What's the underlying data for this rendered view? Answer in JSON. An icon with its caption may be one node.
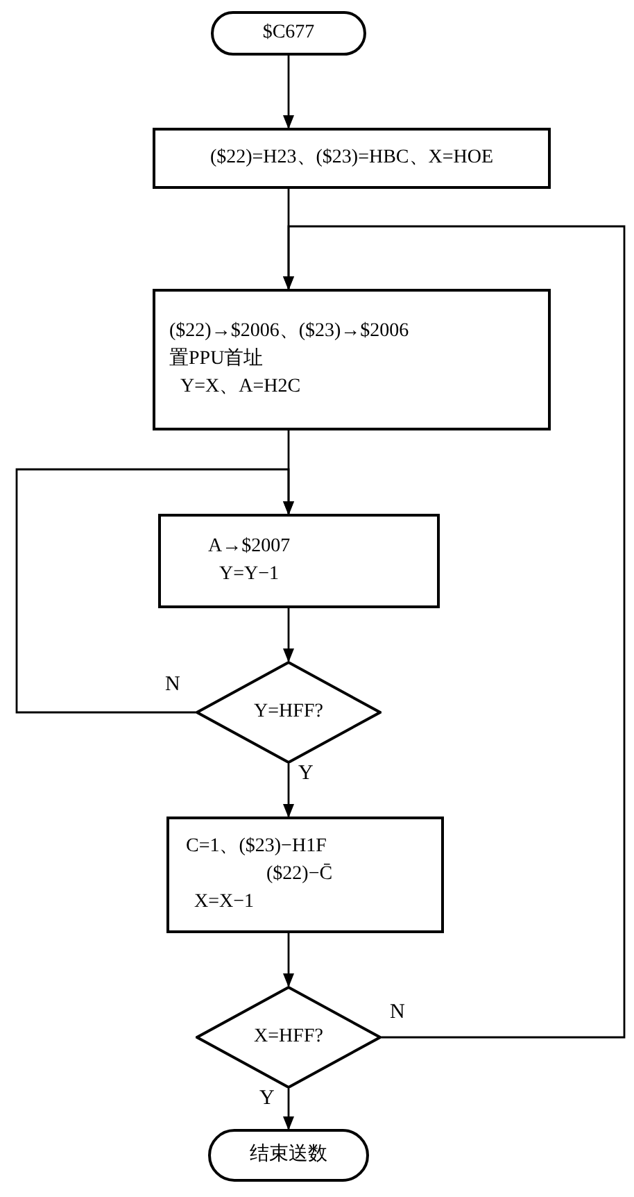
{
  "diagram": {
    "nodes": [
      {
        "text": [
          "$C677"
        ]
      },
      {
        "text": [
          "($22)=H23、($23)=HBC、X=HOE"
        ]
      },
      {
        "text": [
          "($22)→$2006、($23)→$2006",
          "置PPU首址",
          "Y=X、A=H2C"
        ]
      },
      {
        "text": [
          "A→$2007",
          "Y=Y−1"
        ]
      },
      {
        "text": [
          "Y=HFF?"
        ]
      },
      {
        "text": [
          "C=1、($23)−H1F",
          "($22)−C̄",
          "X=X−1"
        ]
      },
      {
        "text": [
          "X=HFF?"
        ]
      },
      {
        "text": [
          "结束送数"
        ]
      }
    ],
    "edges": [
      {
        "from": 0,
        "to": 1,
        "arrow": "to"
      },
      {
        "from": 1,
        "to": 2,
        "arrow": "to"
      },
      {
        "from": 2,
        "to": 3,
        "arrow": "to"
      },
      {
        "from": 3,
        "to": 4,
        "arrow": "to"
      },
      {
        "from": 4,
        "to": 3,
        "arrow": "to",
        "label": "N"
      },
      {
        "from": 4,
        "to": 5,
        "arrow": "to",
        "label": "Y"
      },
      {
        "from": 5,
        "to": 6,
        "arrow": "to"
      },
      {
        "from": 6,
        "to": 2,
        "arrow": "to",
        "label": "N"
      },
      {
        "from": 6,
        "to": 7,
        "arrow": "to",
        "label": "Y"
      }
    ]
  }
}
